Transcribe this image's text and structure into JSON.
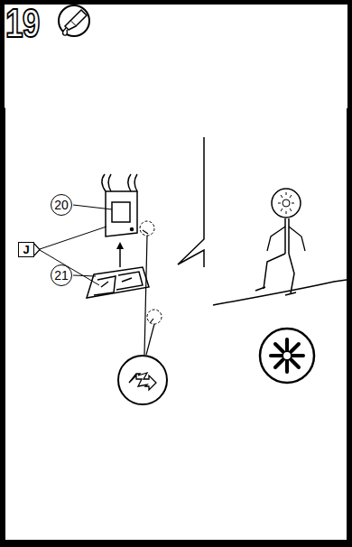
{
  "diagram": {
    "nodes": [
      {
        "text": [
          "20"
        ]
      },
      {
        "text": [
          "21"
        ]
      },
      {
        "text": [
          "J"
        ]
      }
    ],
    "labels": [
      "19"
    ]
  }
}
